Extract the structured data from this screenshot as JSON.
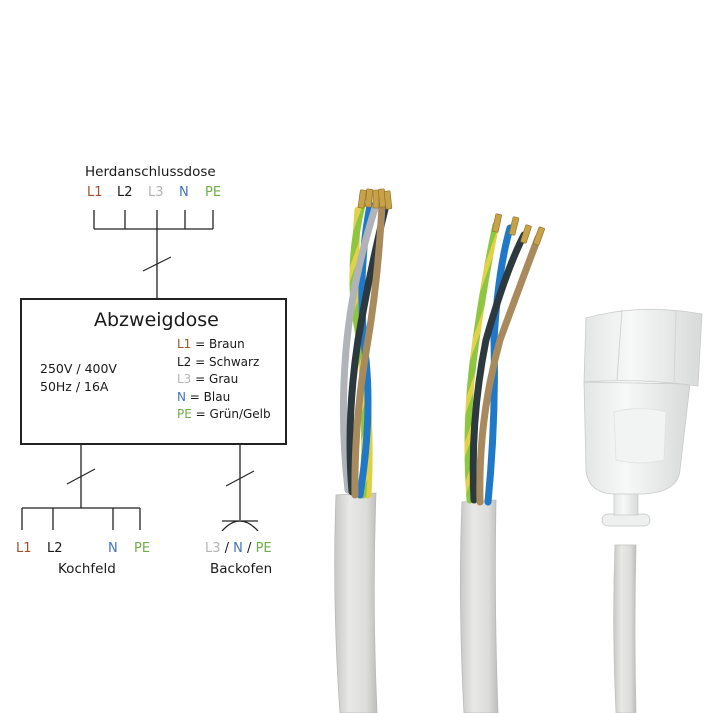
{
  "diagram": {
    "source": {
      "title": "Herdanschlussdose",
      "terminals": [
        {
          "label": "L1",
          "color": "#a0522d"
        },
        {
          "label": "L2",
          "color": "#1a1a1a"
        },
        {
          "label": "L3",
          "color": "#b4b4b4"
        },
        {
          "label": "N",
          "color": "#4472c4"
        },
        {
          "label": "PE",
          "color": "#70ad47"
        }
      ]
    },
    "junction_box": {
      "title": "Abzweigdose",
      "specs": [
        "250V / 400V",
        "50Hz / 16A"
      ],
      "legend": [
        {
          "code": "L1",
          "separator": " = ",
          "name": "Braun",
          "color": "#a0522d"
        },
        {
          "code": "L2",
          "separator": " = ",
          "name": "Schwarz",
          "color": "#1a1a1a"
        },
        {
          "code": "L3",
          "separator": " = ",
          "name": "Grau",
          "color": "#b4b4b4"
        },
        {
          "code": "N",
          "separator": " = ",
          "name": "Blau",
          "color": "#4472c4"
        },
        {
          "code": "PE",
          "separator": " = ",
          "name": "Grün/Gelb",
          "color": "#70ad47"
        }
      ]
    },
    "outputs": [
      {
        "name": "Kochfeld",
        "terminals": [
          {
            "label": "L1",
            "color": "#a0522d"
          },
          {
            "label": "L2",
            "color": "#1a1a1a"
          },
          {
            "label": "N",
            "color": "#4472c4"
          },
          {
            "label": "PE",
            "color": "#70ad47"
          }
        ]
      },
      {
        "name": "Backofen",
        "terminals": [
          {
            "label": "L3",
            "color": "#b4b4b4"
          },
          {
            "label": " / ",
            "color": "#1a1a1a"
          },
          {
            "label": "N",
            "color": "#4472c4"
          },
          {
            "label": " / ",
            "color": "#1a1a1a"
          },
          {
            "label": "PE",
            "color": "#70ad47"
          }
        ]
      }
    ]
  },
  "photo": {
    "items": [
      {
        "name": "5-wire cable",
        "wires": [
          "green-yellow",
          "blue",
          "grey",
          "black",
          "brown"
        ]
      },
      {
        "name": "4-wire cable",
        "wires": [
          "green-yellow",
          "blue",
          "black",
          "brown"
        ]
      },
      {
        "name": "socket connector",
        "color": "#f2f2f2"
      }
    ],
    "colors": {
      "sheath": "#dcdcda",
      "brown": "#a88a5c",
      "black": "#2c3a40",
      "grey": "#b0b4b8",
      "blue": "#1f78c8",
      "green": "#8ec63f",
      "yellow": "#e6d44a",
      "brass": "#c8a24a"
    }
  }
}
